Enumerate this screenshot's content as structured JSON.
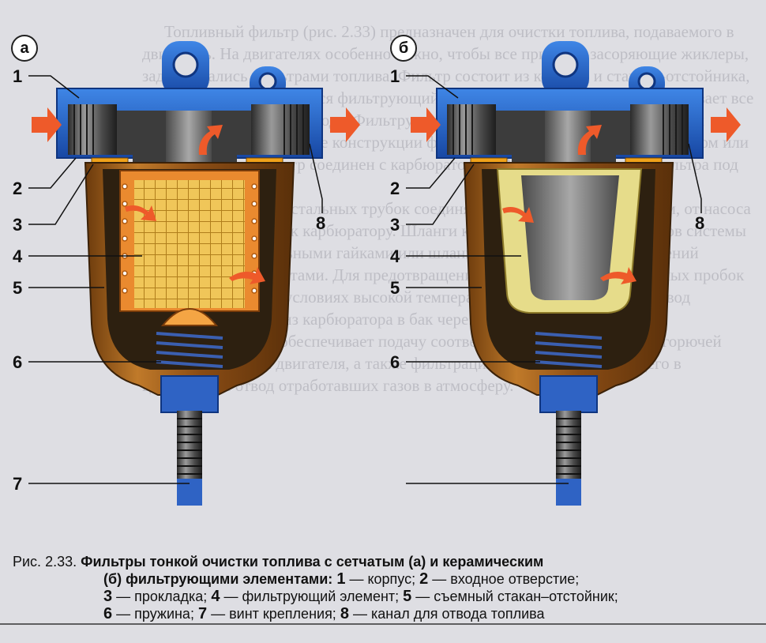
{
  "background_text": [
    "Топливный фильтр (рис. 2.33) предназначен для очистки топлива, подаваемого в двигатель. На двигателях особенно важно, чтобы все примеси, засоряющие жиклеры, задерживались фильтрами топлива. Фильтр состоит из корпуса и стакана-отстойника, внутри которого находится фильтрующий элемент. Стакан-отстойник задерживает все посторонние частицы и воду. Фильтрующий элемент может быть сетчатым или керамическим. Некоторые конструкции фильтров выполняются вместе с насосом или с отстойником. Фильтр соединен с карбюратором. Возможна установка фильтра под баком.",
    "Трубопроводы из стальных трубок соединяют бак с топливным насосом, от насоса идет подача топлива к карбюратору. Шланги крепятся к штуцерам приборов системы питания соединительными гайками или шлангами, герметичность соединений обеспечивается хомутами. Для предотвращения образования паровоздушных пробок при эксплуатации в условиях высокой температуры предусматривается отвод излишнего топлива из карбюратора в бак через сливной трубопровод.",
    "Система впуска обеспечивает подачу соответственно приготовленной горючей смеси в цилиндры двигателя, а также фильтрацию воздуха, поступающего в цилиндры, и отвод отработавших газов в атмосферу."
  ],
  "panels": [
    {
      "letter": "а"
    },
    {
      "letter": "б"
    }
  ],
  "callouts_left": [
    "1",
    "2",
    "3",
    "4",
    "5",
    "6",
    "7"
  ],
  "callout_a_right": "8",
  "callouts_b": [
    "1",
    "2",
    "3",
    "4",
    "5",
    "6"
  ],
  "callout_b_right": "8",
  "caption": {
    "prefix": "Рис. 2.33.",
    "title_1": "Фильтры тонкой очистки топлива с сетчатым (а) и керамическим",
    "title_2": "(б) фильтрующими элементами:",
    "items": [
      {
        "num": "1",
        "text": "корпус;"
      },
      {
        "num": "2",
        "text": "входное отверстие;"
      },
      {
        "num": "3",
        "text": "прокладка;"
      },
      {
        "num": "4",
        "text": "фильтрующий элемент;"
      },
      {
        "num": "5",
        "text": "съемный стакан–отстойник;"
      },
      {
        "num": "6",
        "text": "пружина;"
      },
      {
        "num": "7",
        "text": "винт крепления;"
      },
      {
        "num": "8",
        "text": "канал для отвода топлива"
      }
    ]
  },
  "colors": {
    "housing": "#2563c9",
    "cup": "#a8621c",
    "cup_inner": "#3a2a14",
    "mesh": "#e9b348",
    "ceramic": "#e6dc8a",
    "arrow": "#ee5a2a",
    "gasket": "#f0a21a"
  }
}
